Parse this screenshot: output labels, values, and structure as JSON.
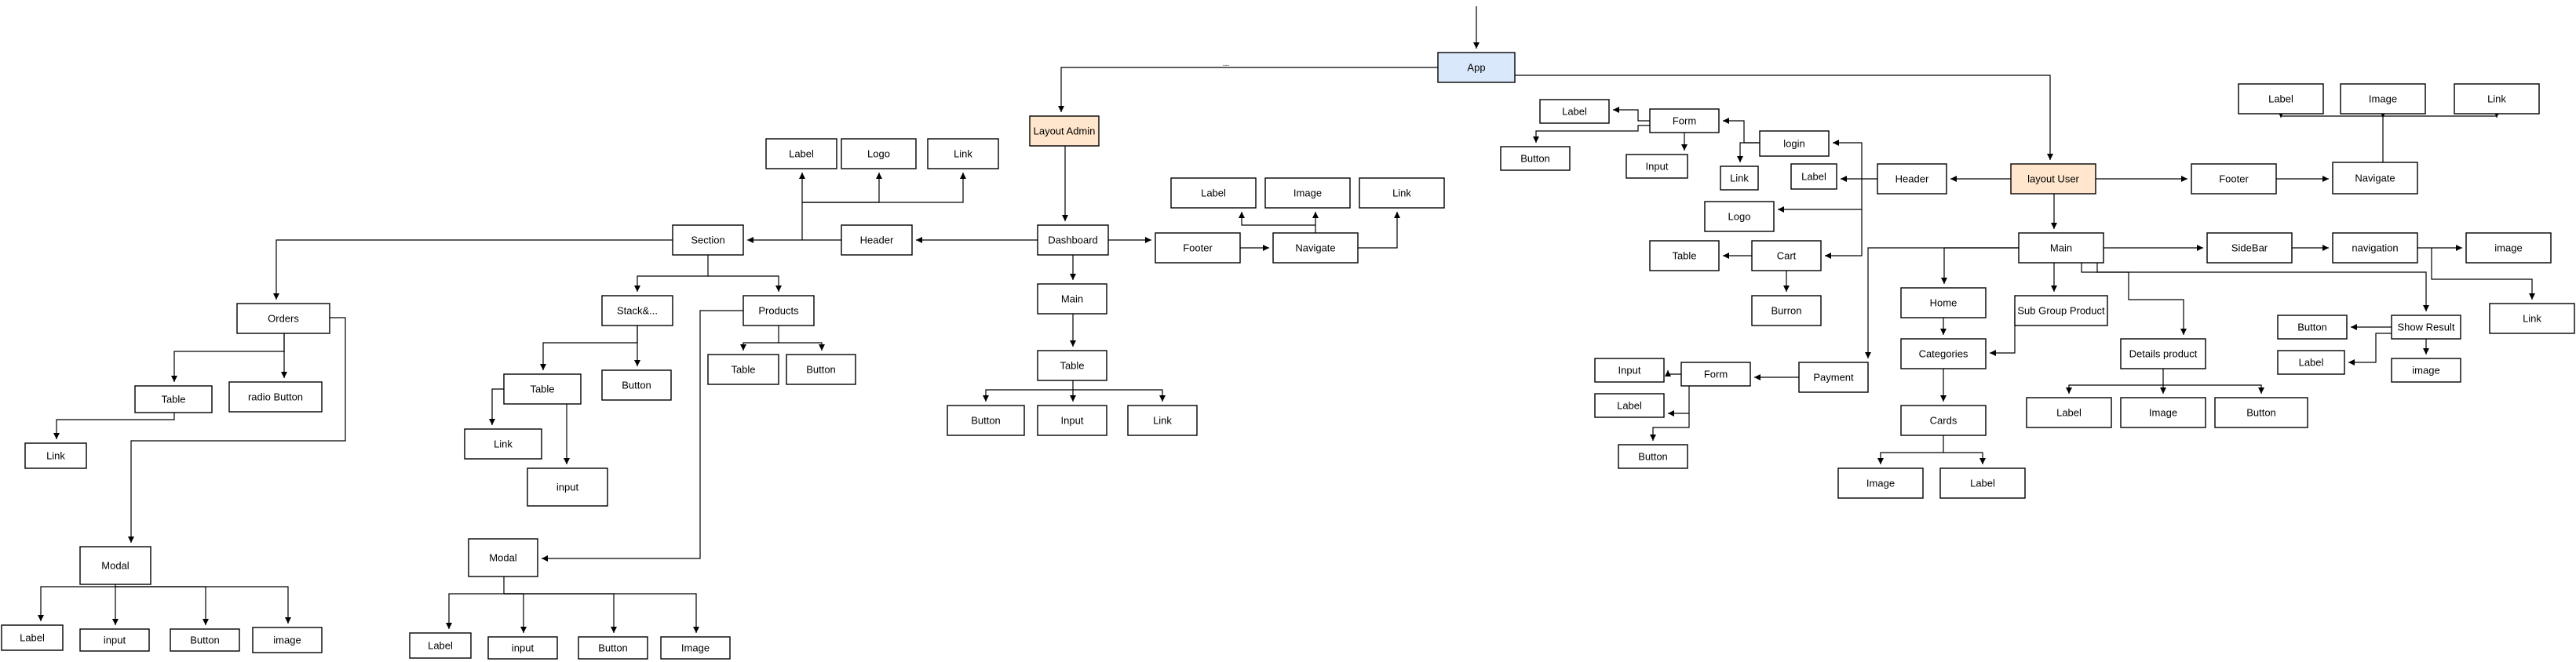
{
  "nodes": {
    "app": "App",
    "layout_admin": "Layout Admin",
    "layout_user": "layout User",
    "dashboard": "Dashboard",
    "admin_header": "Header",
    "admin_header_label": "Label",
    "admin_header_logo": "Logo",
    "admin_header_link": "Link",
    "section": "Section",
    "orders": "Orders",
    "orders_table": "Table",
    "orders_table_link": "Link",
    "orders_radio": "radio Button",
    "orders_modal": "Modal",
    "orders_modal_label": "Label",
    "orders_modal_input": "input",
    "orders_modal_button": "Button",
    "orders_modal_image": "image",
    "stack": "Stack&...",
    "stack_table": "Table",
    "stack_table_link": "Link",
    "stack_table_input": "input",
    "stack_button": "Button",
    "products": "Products",
    "products_table": "Table",
    "products_button": "Button",
    "products_modal": "Modal",
    "products_modal_label": "Label",
    "products_modal_input": "input",
    "products_modal_button": "Button",
    "products_modal_image": "Image",
    "admin_footer": "Footer",
    "admin_navigate": "Navigate",
    "admin_nav_label": "Label",
    "admin_nav_image": "Image",
    "admin_nav_link": "Link",
    "admin_main": "Main",
    "admin_main_table": "Table",
    "admin_table_button": "Button",
    "admin_table_input": "Input",
    "admin_table_link": "Link",
    "user_header": "Header",
    "user_header_label": "Label",
    "login": "login",
    "login_link": "Link",
    "form": "Form",
    "form_label": "Label",
    "form_button": "Button",
    "form_input": "Input",
    "user_logo": "Logo",
    "cart": "Cart",
    "cart_table": "Table",
    "cart_button": "Burron",
    "user_footer": "Footer",
    "user_navigate": "Navigate",
    "user_nav_label": "Label",
    "user_nav_image": "Image",
    "user_nav_link": "Link",
    "user_main": "Main",
    "home": "Home",
    "categories": "Categories",
    "cards": "Cards",
    "cards_image": "Image",
    "cards_label": "Label",
    "sub_group_product": "Sub Group Product",
    "details_product": "Details product",
    "details_label": "Label",
    "details_image": "Image",
    "details_button": "Button",
    "show_result": "Show Result",
    "show_result_button": "Button",
    "show_result_label": "Label",
    "show_result_image": "image",
    "sidebar": "SideBar",
    "navigation": "navigation",
    "navigation_image": "image",
    "navigation_link": "Link",
    "payment": "Payment",
    "payment_form": "Form",
    "payment_input": "Input",
    "payment_label": "Label",
    "payment_button": "Button",
    "app_edge_label": "..."
  },
  "colors": {
    "app_fill": "#dae8fc",
    "app_stroke": "#6c8ebf",
    "layout_fill": "#ffe6cc",
    "layout_stroke": "#d79b00",
    "node_fill": "#ffffff",
    "line": "#000000"
  }
}
